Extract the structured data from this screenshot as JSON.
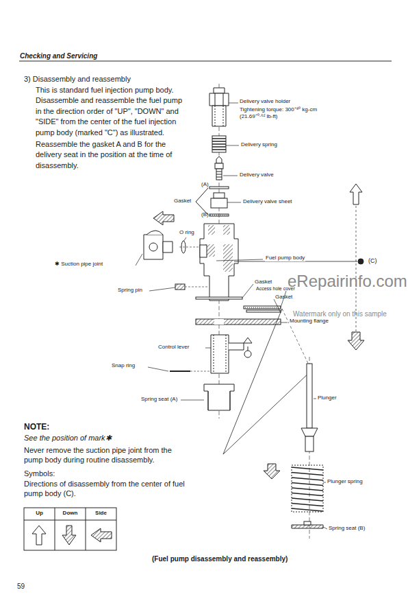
{
  "diagram": {
    "title": "Checking and Servicing",
    "caption": "(Fuel pump disassembly and reassembly)",
    "labels": [
      "3) Disassembly and reassembly",
      "This is standard fuel injection pump body. Disassemble and reassemble the fuel pump in the direction order of \"UP\", \"DOWN\" and \"SIDE\" from the center of the fuel injection pump body (marked \"C\") as illustrated.",
      "Reassemble the gasket A and B for the delivery seat in the position at the time of disassembly.",
      "Delivery valve holder",
      "Tightening torque: 300⁺⁸⁰ kg-cm (21.69⁺⁰·⁶² lb-ft)",
      "Delivery spring",
      "Delivery valve",
      "(A)",
      "Gasket",
      "Delivery valve sheet",
      "(B)",
      "O ring",
      "Fuel pump body",
      "(C)",
      "✱ Suction pipe joint",
      "Spring pin",
      "Gasket",
      "Access hole cover",
      "Gasket",
      "Mounting flange",
      "Control lever",
      "Snap ring",
      "Spring seat (A)",
      "Plunger",
      "Plunger spring",
      "Spring seat (B)",
      "NOTE:",
      "See the position of mark✱",
      "Never remove the suction pipe joint from the pump body during routine disassembly.",
      "Symbols:",
      "Directions of disassembly from the center of fuel pump body (C).",
      "Up",
      "Down",
      "Side",
      "59",
      "eRepairinfo.com",
      "Watermark only on this sample"
    ]
  }
}
